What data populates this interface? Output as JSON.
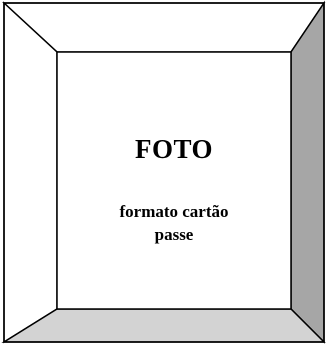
{
  "photo_placeholder": {
    "title": "FOTO",
    "subtitle_line1": "formato cartão",
    "subtitle_line2": "passe"
  },
  "colors": {
    "left_panel": "#ffffff",
    "top_panel": "#ffffff",
    "right_panel": "#a6a6a6",
    "bottom_panel": "#d3d3d3",
    "center": "#ffffff",
    "stroke": "#000000"
  }
}
